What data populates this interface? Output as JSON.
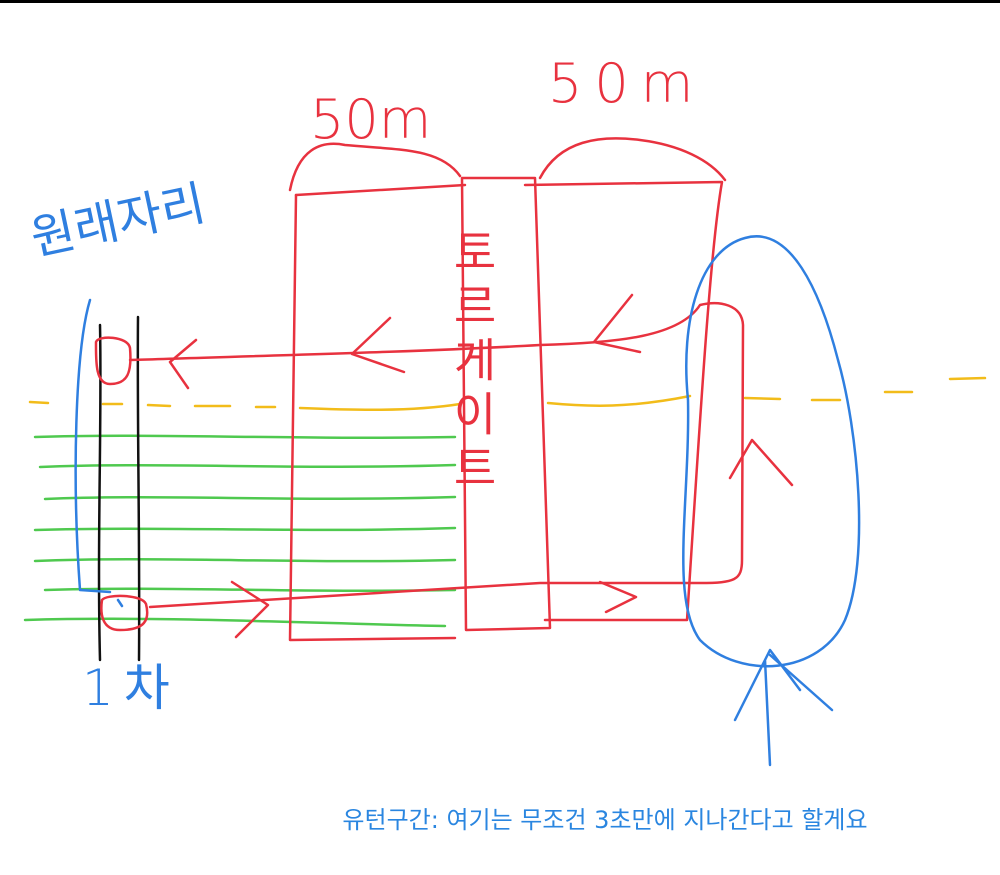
{
  "labels": {
    "width_left": "50m",
    "width_right": "50m",
    "gate_label": "토르게이트",
    "original_position": "원래자리",
    "first_lane": "1차",
    "caption": "유턴구간: 여기는 무조건 3초만에 지나간다고 할게요"
  },
  "colors": {
    "structure": "#e8323f",
    "annotation": "#2f7fe0",
    "lane_lines": "#4fc94f",
    "center_line": "#f2bc1a"
  }
}
